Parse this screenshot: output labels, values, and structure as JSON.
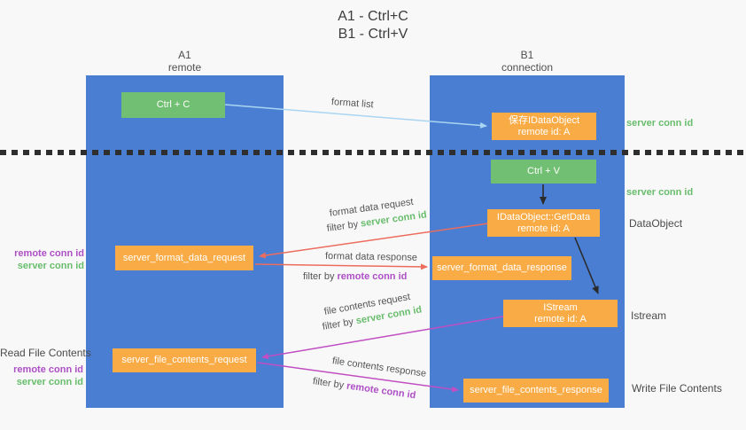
{
  "title": {
    "line1": "A1 - Ctrl+C",
    "line2": "B1 - Ctrl+V"
  },
  "columns": {
    "left": {
      "id": "A1",
      "subtitle": "remote"
    },
    "right": {
      "id": "B1",
      "subtitle": "connection"
    }
  },
  "nodes": {
    "ctrl_c": {
      "label": "Ctrl + C"
    },
    "ctrl_v": {
      "label": "Ctrl + V"
    },
    "save_dataobject": {
      "line1": "保存IDataObject",
      "line2": "remote id: A"
    },
    "getdata": {
      "line1": "IDataObject::GetData",
      "line2": "remote id: A"
    },
    "istream": {
      "line1": "IStream",
      "line2": "remote id: A"
    },
    "format_request": {
      "label": "server_format_data_request"
    },
    "format_response": {
      "label": "server_format_data_response"
    },
    "file_request": {
      "label": "server_file_contents_request"
    },
    "file_response": {
      "label": "server_file_contents_response"
    }
  },
  "edges": {
    "format_list": {
      "text": "format list"
    },
    "format_data_request": {
      "text": "format data request",
      "filter_prefix": "filter by ",
      "filter_key": "server conn id"
    },
    "format_data_response": {
      "text": "format data response",
      "filter_prefix": "filter by ",
      "filter_key": "remote conn id"
    },
    "file_contents_request": {
      "text": "file contents request",
      "filter_prefix": "filter by ",
      "filter_key": "server conn id"
    },
    "file_contents_response": {
      "text": "file contents response",
      "filter_prefix": "filter by ",
      "filter_key": "remote conn id"
    }
  },
  "side_labels": {
    "right_server_conn_id_top": "server conn id",
    "right_server_conn_id_mid": "server conn id",
    "dataobject": "DataObject",
    "istream": "Istream",
    "write_file_contents": "Write File Contents",
    "left_remote_conn_id_top": "remote conn id",
    "left_server_conn_id_top": "server conn id",
    "read_file_contents": "Read File Contents",
    "left_remote_conn_id_bottom": "remote conn id",
    "left_server_conn_id_bottom": "server conn id"
  },
  "colors": {
    "lane_blue": "#4a7ed3",
    "node_green": "#71bf72",
    "node_orange": "#f9ab45",
    "arrow_blue": "#aad5f2",
    "arrow_red": "#ed6c5d",
    "arrow_magenta": "#c14ec3",
    "arrow_black": "#2b2b2b",
    "text_green": "#68bd6c",
    "text_purple": "#ae4fc6",
    "background": "#f8f8f8"
  }
}
